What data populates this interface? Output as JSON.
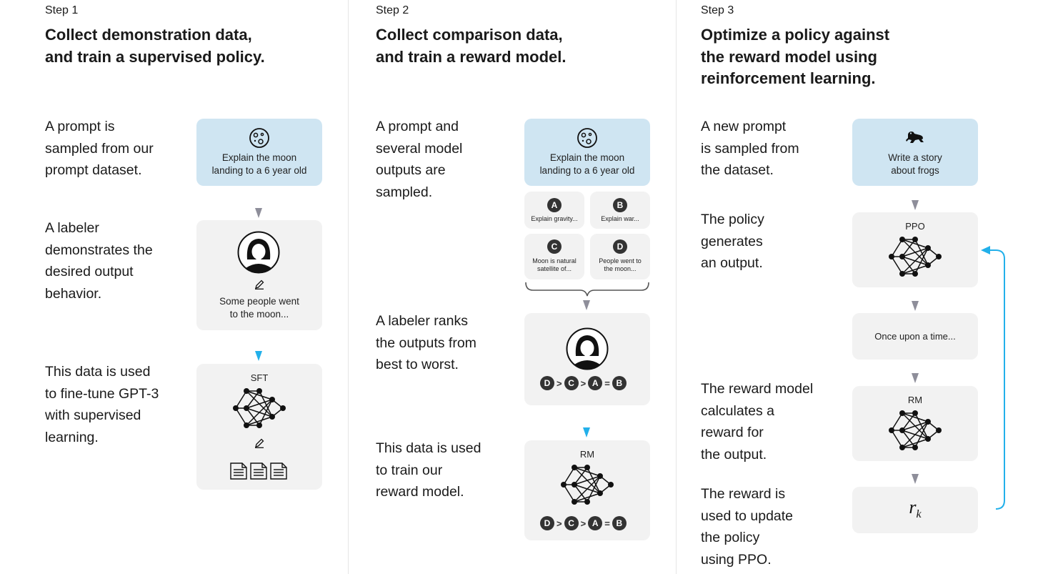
{
  "step1": {
    "label": "Step 1",
    "heading": "Collect demonstration data,\nand train a supervised policy.",
    "desc1": "A prompt is\nsampled from our\nprompt dataset.",
    "desc2": "A labeler\ndemonstrates the\ndesired output\nbehavior.",
    "desc3": "This data is used\nto fine-tune GPT-3\nwith supervised\nlearning.",
    "prompt_text": "Explain the moon\nlanding to a 6 year old",
    "demo_text": "Some people went\nto the moon...",
    "model_title": "SFT"
  },
  "step2": {
    "label": "Step 2",
    "heading": "Collect comparison data,\nand train a reward model.",
    "desc1": "A prompt and\nseveral model\noutputs are\nsampled.",
    "desc2": "A labeler ranks\nthe outputs from\nbest to worst.",
    "desc3": "This data is used\nto train our\nreward model.",
    "prompt_text": "Explain the moon\nlanding to a 6 year old",
    "outputs": [
      {
        "letter": "A",
        "text": "Explain gravity..."
      },
      {
        "letter": "B",
        "text": "Explain war..."
      },
      {
        "letter": "C",
        "text": "Moon is natural\nsatellite of..."
      },
      {
        "letter": "D",
        "text": "People went to\nthe moon..."
      }
    ],
    "ranking": [
      "D",
      ">",
      "C",
      ">",
      "A",
      "=",
      "B"
    ],
    "model_title": "RM"
  },
  "step3": {
    "label": "Step 3",
    "heading": "Optimize a policy against\nthe reward model using\nreinforcement learning.",
    "desc1": "A new prompt\nis sampled from\nthe dataset.",
    "desc2": "The policy\ngenerates\nan output.",
    "desc3": "The reward model\ncalculates a\nreward for\nthe output.",
    "desc4": "The reward is\nused to update\nthe policy\nusing PPO.",
    "prompt_text": "Write a story\nabout frogs",
    "policy_title": "PPO",
    "output_text": "Once upon a time...",
    "rm_title": "RM",
    "reward_symbol": "r",
    "reward_subscript": "k"
  },
  "colors": {
    "prompt_card": "#cfe5f2",
    "card": "#f2f2f2",
    "arrow_gray": "#8e8e9a",
    "arrow_blue": "#22b0ea"
  },
  "icons": [
    "moon-icon",
    "person-icon",
    "pencil-icon",
    "neural-network-icon",
    "document-icon",
    "frog-icon",
    "feedback-arrow-icon"
  ]
}
